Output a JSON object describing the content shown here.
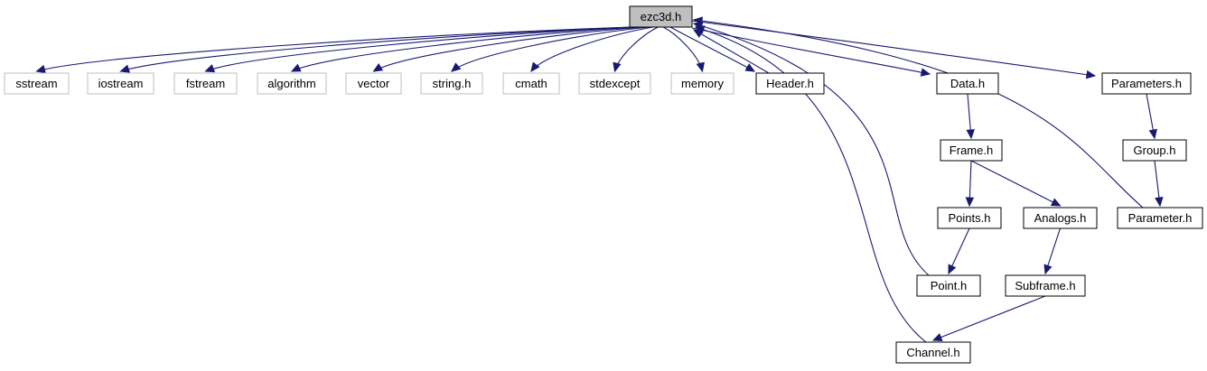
{
  "diagram": {
    "type": "include-dependency-graph",
    "colors": {
      "edge": "#191970",
      "root_fill": "#bfbfbf",
      "external_border": "#bfbfbf",
      "node_border": "#000000"
    },
    "nodes": [
      {
        "id": "ezc3d",
        "label": "ezc3d.h",
        "kind": "root"
      },
      {
        "id": "sstream",
        "label": "sstream",
        "kind": "external"
      },
      {
        "id": "iostream",
        "label": "iostream",
        "kind": "external"
      },
      {
        "id": "fstream",
        "label": "fstream",
        "kind": "external"
      },
      {
        "id": "algorithm",
        "label": "algorithm",
        "kind": "external"
      },
      {
        "id": "vector",
        "label": "vector",
        "kind": "external"
      },
      {
        "id": "string",
        "label": "string.h",
        "kind": "external"
      },
      {
        "id": "cmath",
        "label": "cmath",
        "kind": "external"
      },
      {
        "id": "stdexcept",
        "label": "stdexcept",
        "kind": "external"
      },
      {
        "id": "memory",
        "label": "memory",
        "kind": "external"
      },
      {
        "id": "header",
        "label": "Header.h",
        "kind": "local"
      },
      {
        "id": "data",
        "label": "Data.h",
        "kind": "local"
      },
      {
        "id": "parameters",
        "label": "Parameters.h",
        "kind": "local"
      },
      {
        "id": "frame",
        "label": "Frame.h",
        "kind": "local"
      },
      {
        "id": "group",
        "label": "Group.h",
        "kind": "local"
      },
      {
        "id": "points",
        "label": "Points.h",
        "kind": "local"
      },
      {
        "id": "analogs",
        "label": "Analogs.h",
        "kind": "local"
      },
      {
        "id": "parameter",
        "label": "Parameter.h",
        "kind": "local"
      },
      {
        "id": "point",
        "label": "Point.h",
        "kind": "local"
      },
      {
        "id": "subframe",
        "label": "Subframe.h",
        "kind": "local"
      },
      {
        "id": "channel",
        "label": "Channel.h",
        "kind": "local"
      }
    ],
    "edges": [
      {
        "from": "ezc3d",
        "to": "sstream"
      },
      {
        "from": "ezc3d",
        "to": "iostream"
      },
      {
        "from": "ezc3d",
        "to": "fstream"
      },
      {
        "from": "ezc3d",
        "to": "algorithm"
      },
      {
        "from": "ezc3d",
        "to": "vector"
      },
      {
        "from": "ezc3d",
        "to": "string"
      },
      {
        "from": "ezc3d",
        "to": "cmath"
      },
      {
        "from": "ezc3d",
        "to": "stdexcept"
      },
      {
        "from": "ezc3d",
        "to": "memory"
      },
      {
        "from": "ezc3d",
        "to": "header"
      },
      {
        "from": "ezc3d",
        "to": "data"
      },
      {
        "from": "ezc3d",
        "to": "parameters"
      },
      {
        "from": "header",
        "to": "ezc3d"
      },
      {
        "from": "data",
        "to": "frame"
      },
      {
        "from": "frame",
        "to": "points"
      },
      {
        "from": "frame",
        "to": "analogs"
      },
      {
        "from": "points",
        "to": "point"
      },
      {
        "from": "analogs",
        "to": "subframe"
      },
      {
        "from": "subframe",
        "to": "channel"
      },
      {
        "from": "point",
        "to": "ezc3d"
      },
      {
        "from": "channel",
        "to": "ezc3d"
      },
      {
        "from": "parameters",
        "to": "group"
      },
      {
        "from": "group",
        "to": "parameter"
      },
      {
        "from": "parameter",
        "to": "ezc3d"
      }
    ]
  }
}
